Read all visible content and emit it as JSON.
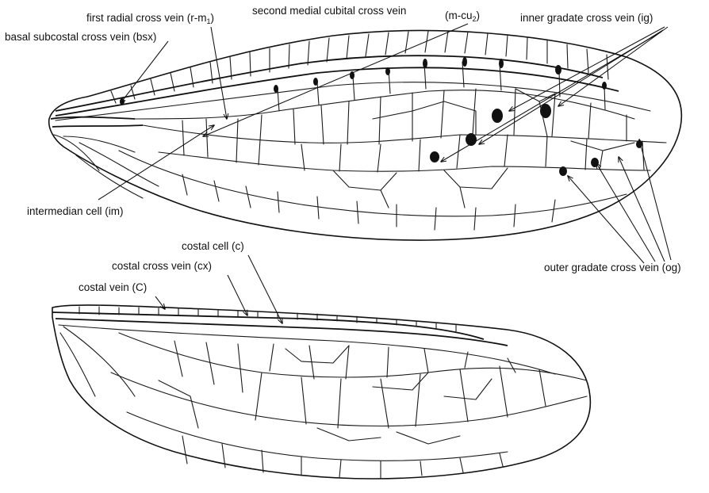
{
  "labels": {
    "first_radial": "first radial cross vein (r-m",
    "first_radial_sub": "1",
    "first_radial_close": ")",
    "second_medial": "second medial cubital cross vein",
    "mcu": "(m-cu",
    "mcu_sub": "2",
    "mcu_close": ")",
    "inner_gradate": "inner gradate cross vein (ig)",
    "basal_subcostal": "basal subcostal cross vein (bsx)",
    "intermedian": "intermedian cell (im)",
    "outer_gradate": "outer gradate cross vein (og)",
    "costal_cell": "costal cell (c)",
    "costal_cross": "costal cross vein (cx)",
    "costal_vein": "costal vein (C)"
  }
}
